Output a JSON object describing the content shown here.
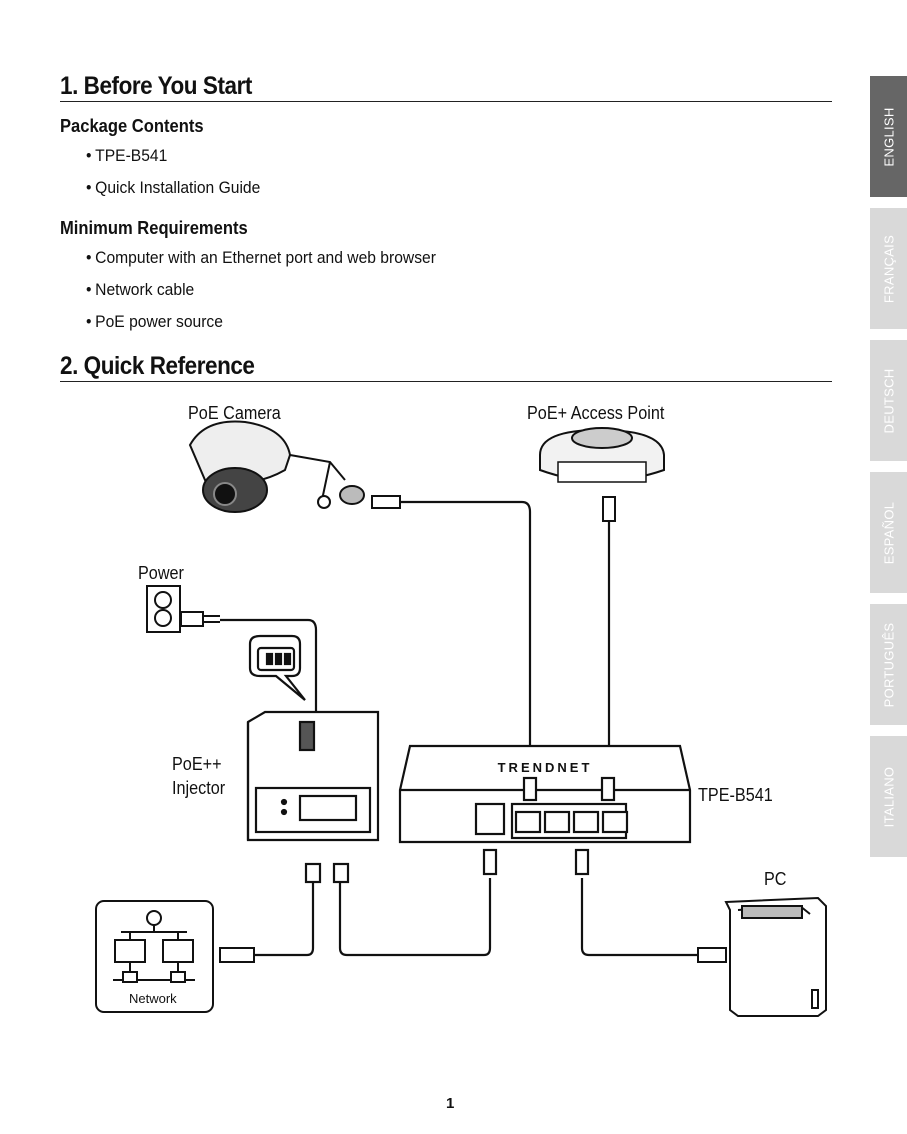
{
  "section1": {
    "title": "1. Before You Start",
    "package_contents": {
      "heading": "Package Contents",
      "items": [
        "TPE-B541",
        "Quick Installation Guide"
      ]
    },
    "minimum_requirements": {
      "heading": "Minimum Requirements",
      "items": [
        "Computer with an Ethernet port and web browser",
        "Network cable",
        "PoE power source"
      ]
    }
  },
  "section2": {
    "title": "2. Quick Reference",
    "diagram": {
      "poe_camera": "PoE Camera",
      "access_point": "PoE+ Access Point",
      "power": "Power",
      "injector_line1": "PoE++",
      "injector_line2": "Injector",
      "switch": "TPE-B541",
      "pc": "PC",
      "network": "Network",
      "switch_brand": "TRENDnet"
    }
  },
  "language_tabs": [
    {
      "label": "ENGLISH",
      "active": true
    },
    {
      "label": "FRANÇAIS",
      "active": false
    },
    {
      "label": "DEUTSCH",
      "active": false
    },
    {
      "label": "ESPAÑOL",
      "active": false
    },
    {
      "label": "PORTUGUÊS",
      "active": false
    },
    {
      "label": "ITALIANO",
      "active": false
    }
  ],
  "page_number": "1",
  "colors": {
    "active_tab": "#666666",
    "inactive_tab": "#d9d9d9",
    "text": "#111111"
  }
}
